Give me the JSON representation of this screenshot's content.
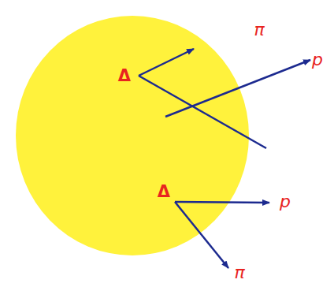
{
  "diagram": {
    "labels": [
      "π",
      "p",
      "Δ",
      "Δ",
      "p",
      "π"
    ]
  }
}
